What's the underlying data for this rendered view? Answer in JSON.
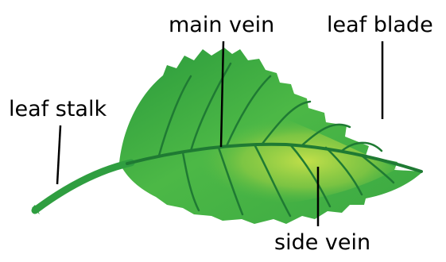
{
  "labels": {
    "main_vein": "main vein",
    "leaf_blade": "leaf blade",
    "leaf_stalk": "leaf stalk",
    "side_vein": "side vein"
  },
  "colors": {
    "leaf_dark": "#2a9a3c",
    "leaf_mid": "#45b544",
    "leaf_light": "#b6dc46",
    "vein": "#1f7a33",
    "stalk": "#2f9e40",
    "pointer": "#000000",
    "text": "#000000"
  }
}
